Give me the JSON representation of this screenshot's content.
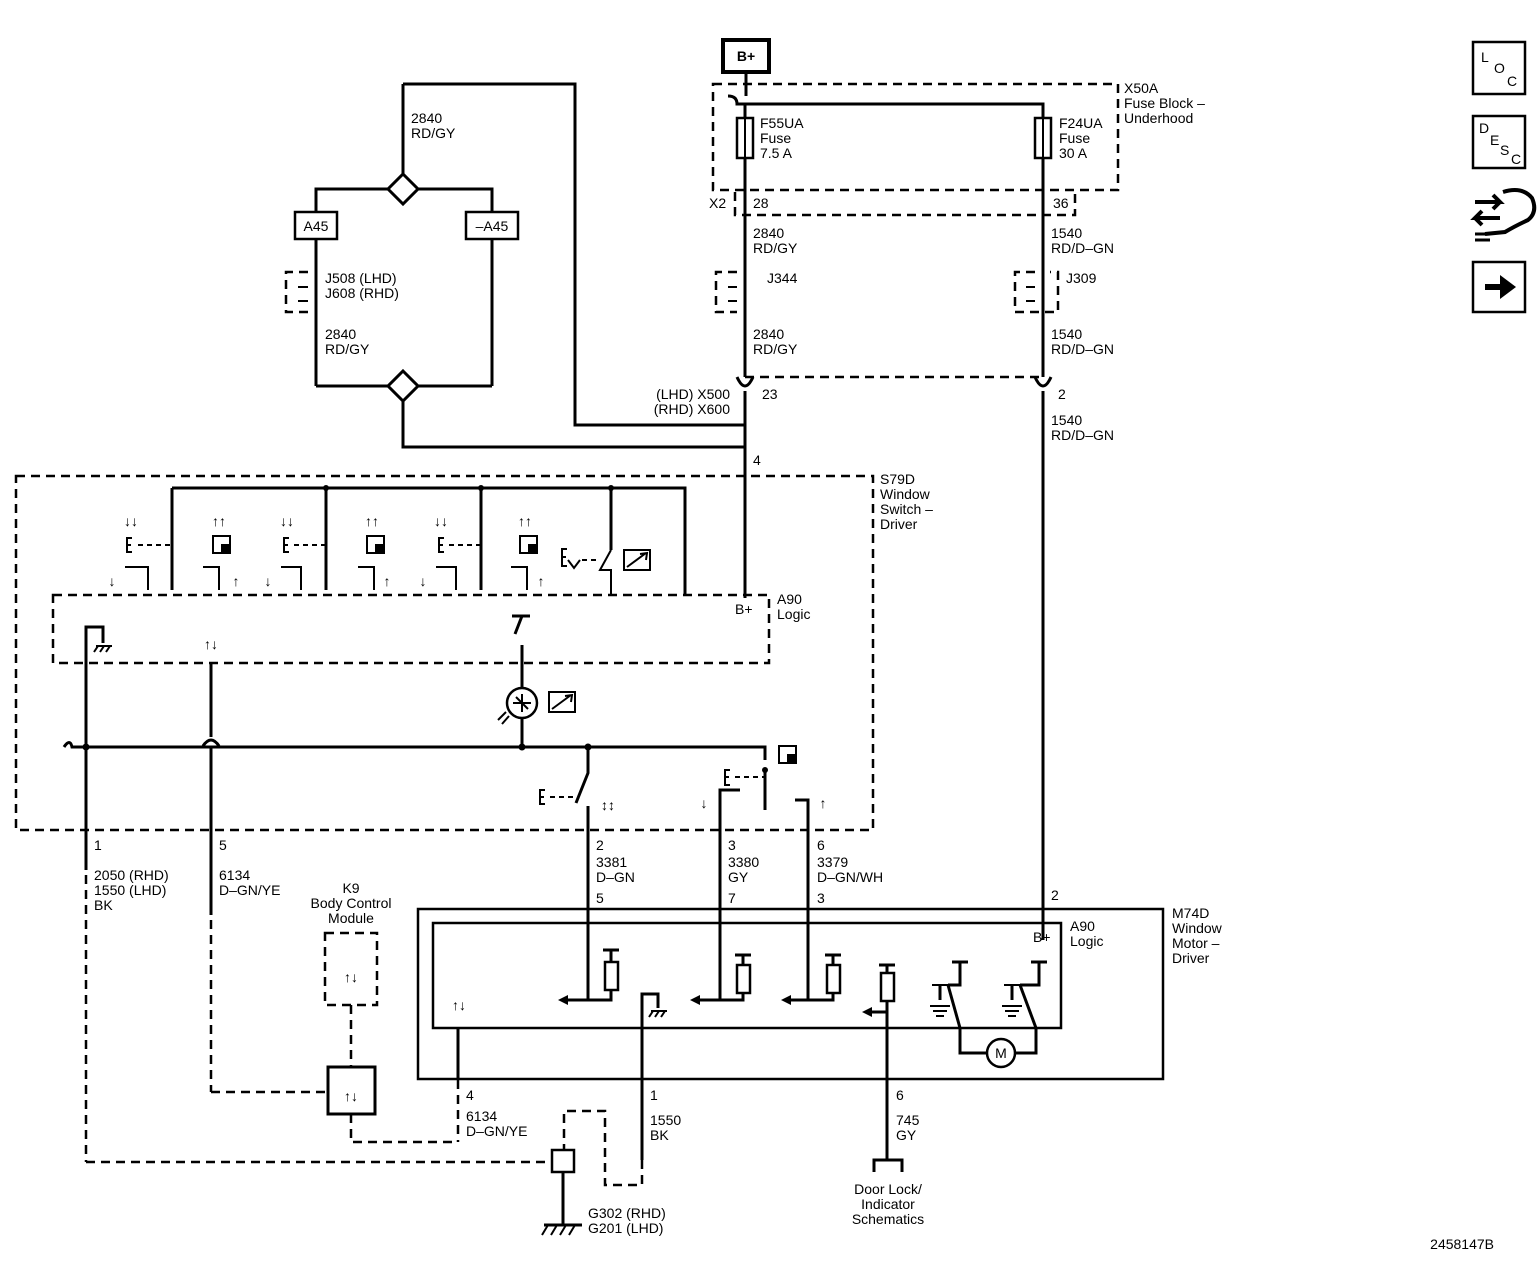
{
  "power": {
    "bplus": "B+"
  },
  "fuse_block": {
    "name_line1": "X50A",
    "name_line2": "Fuse Block –",
    "name_line3": "Underhood",
    "fuse1": {
      "id": "F55UA",
      "type": "Fuse",
      "rating": "7.5 A"
    },
    "fuse2": {
      "id": "F24UA",
      "type": "Fuse",
      "rating": "30 A"
    },
    "connector": "X2",
    "pin1": "28",
    "pin2": "36"
  },
  "wires": {
    "w2840_num": "2840",
    "w2840_color": "RD/GY",
    "w1540_num": "1540",
    "w1540_color": "RD/D–GN",
    "w2050_line1": "2050 (RHD)",
    "w2050_line2": "1550 (LHD)",
    "w2050_line3": "BK",
    "w6134_num": "6134",
    "w6134_color": "D–GN/YE",
    "w3381_num": "3381",
    "w3381_color": "D–GN",
    "w3380_num": "3380",
    "w3380_color": "GY",
    "w3379_num": "3379",
    "w3379_color": "D–GN/WH",
    "w1550_num": "1550",
    "w1550_color": "BK",
    "w745_num": "745",
    "w745_color": "GY"
  },
  "splices": {
    "a45": "A45",
    "a45_alt": "–A45",
    "j508": "J508 (LHD)",
    "j608": "J608 (RHD)",
    "j344": "J344",
    "j309": "J309"
  },
  "inline_connector": {
    "lhd": "(LHD) X500",
    "rhd": "(RHD) X600",
    "pin_a": "23",
    "pin_b": "2"
  },
  "switch": {
    "name_line1": "S79D",
    "name_line2": "Window",
    "name_line3": "Switch –",
    "name_line4": "Driver",
    "logic_label": "A90",
    "logic_label2": "Logic",
    "bplus": "B+",
    "pin_top": "4",
    "pins": [
      "1",
      "5",
      "2",
      "3",
      "6"
    ]
  },
  "bcm": {
    "name_line1": "K9",
    "name_line2": "Body Control",
    "name_line3": "Module"
  },
  "motor": {
    "name_line1": "M74D",
    "name_line2": "Window",
    "name_line3": "Motor –",
    "name_line4": "Driver",
    "logic_label": "A90",
    "logic_label2": "Logic",
    "bplus": "B+",
    "pin_top": "2",
    "pins_top": [
      "5",
      "7",
      "3"
    ],
    "pins_bottom": [
      "4",
      "1",
      "6"
    ],
    "motor_symbol": "M"
  },
  "ground": {
    "line1": "G302 (RHD)",
    "line2": "G201 (LHD)"
  },
  "door_lock": {
    "line1": "Door Lock/",
    "line2": "Indicator",
    "line3": "Schematics"
  },
  "nav": {
    "loc": [
      "L",
      "O",
      "C"
    ],
    "desc": [
      "D",
      "E",
      "S",
      "C"
    ]
  },
  "figure_id": "2458147B"
}
